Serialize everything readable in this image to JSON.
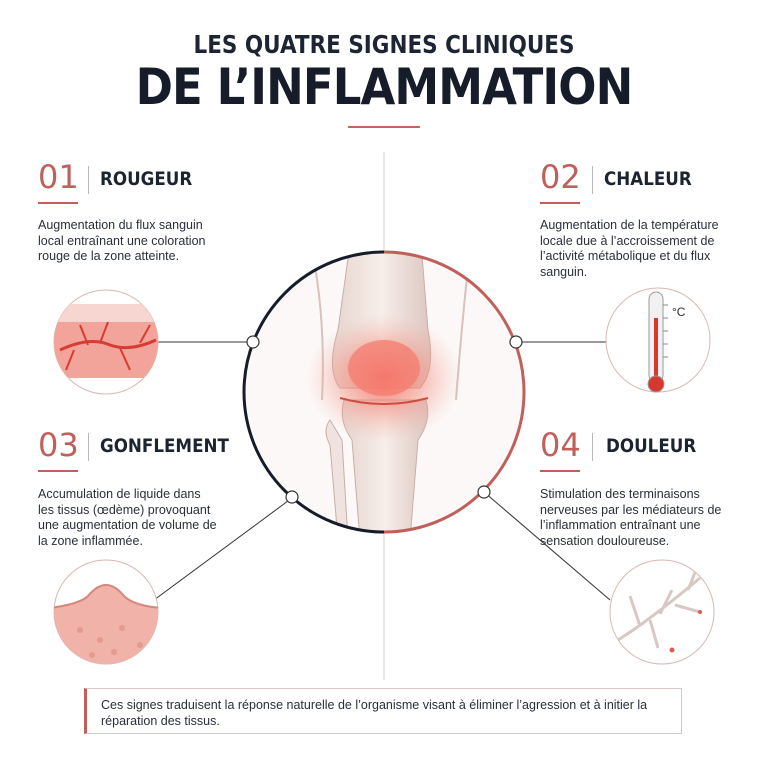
{
  "header": {
    "title_top": "LES QUATRE SIGNES CLINIQUES",
    "title_main": "DE L’INFLAMMATION"
  },
  "signs": [
    {
      "number": "01",
      "label": "ROUGEUR",
      "description": "Augmentation du flux sanguin local entraînant une coloration rouge de la zone atteinte.",
      "icon": "blood-vessels-redness-icon"
    },
    {
      "number": "02",
      "label": "CHALEUR",
      "description": "Augmentation de la température locale due à l’accroissement de l’activité métabolique et du flux sanguin.",
      "icon": "thermometer-icon",
      "unit": "°C"
    },
    {
      "number": "03",
      "label": "GONFLEMENT",
      "description": "Accumulation de liquide dans les tissus (œdème) provoquant une augmentation de volume de la zone inflammée.",
      "icon": "swollen-tissue-icon"
    },
    {
      "number": "04",
      "label": "DOULEUR",
      "description": "Stimulation des terminaisons nerveuses par les médiateurs de l’inflammation entraînant une sensation douloureuse.",
      "icon": "nerve-endings-icon"
    }
  ],
  "footer": {
    "text": "Ces signes traduisent la réponse naturelle de l’organisme visant à éliminer l’agression et à initier la réparation des tissus."
  },
  "colors": {
    "accent": "#c0605a",
    "navy": "#161c2a",
    "inflammation": "#e8554a"
  }
}
